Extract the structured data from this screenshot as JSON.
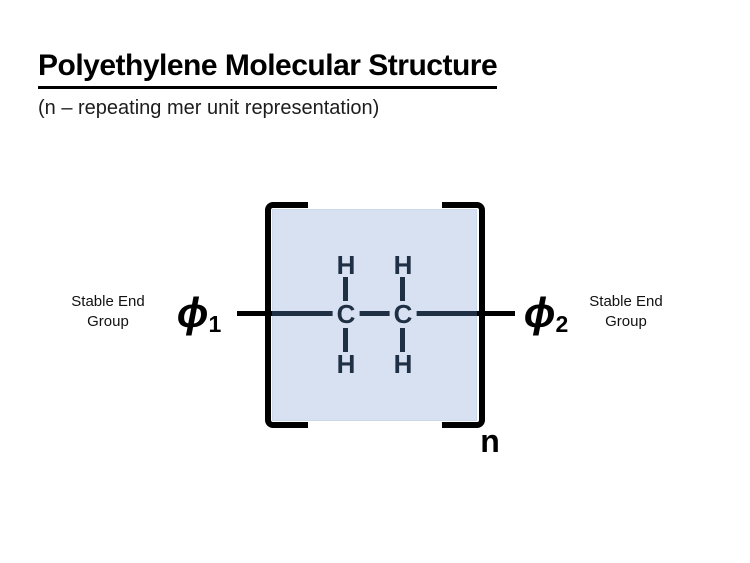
{
  "header": {
    "title": "Polyethylene Molecular Structure",
    "subtitle": "(n – repeating mer unit representation)"
  },
  "diagram": {
    "left_end_group_label": "Stable End Group",
    "right_end_group_label": "Stable End Group",
    "phi1": {
      "symbol": "ϕ",
      "subscript": "1"
    },
    "phi2": {
      "symbol": "ϕ",
      "subscript": "2"
    },
    "repeat_label": "n",
    "atoms": {
      "c_left": "C",
      "c_right": "C",
      "h_top_left": "H",
      "h_top_right": "H",
      "h_bottom_left": "H",
      "h_bottom_right": "H"
    },
    "colors": {
      "unit_box_fill": "#D7E1F2",
      "atom_text": "#1F3044",
      "bracket": "#000000",
      "backbone_line": "#000000"
    }
  }
}
